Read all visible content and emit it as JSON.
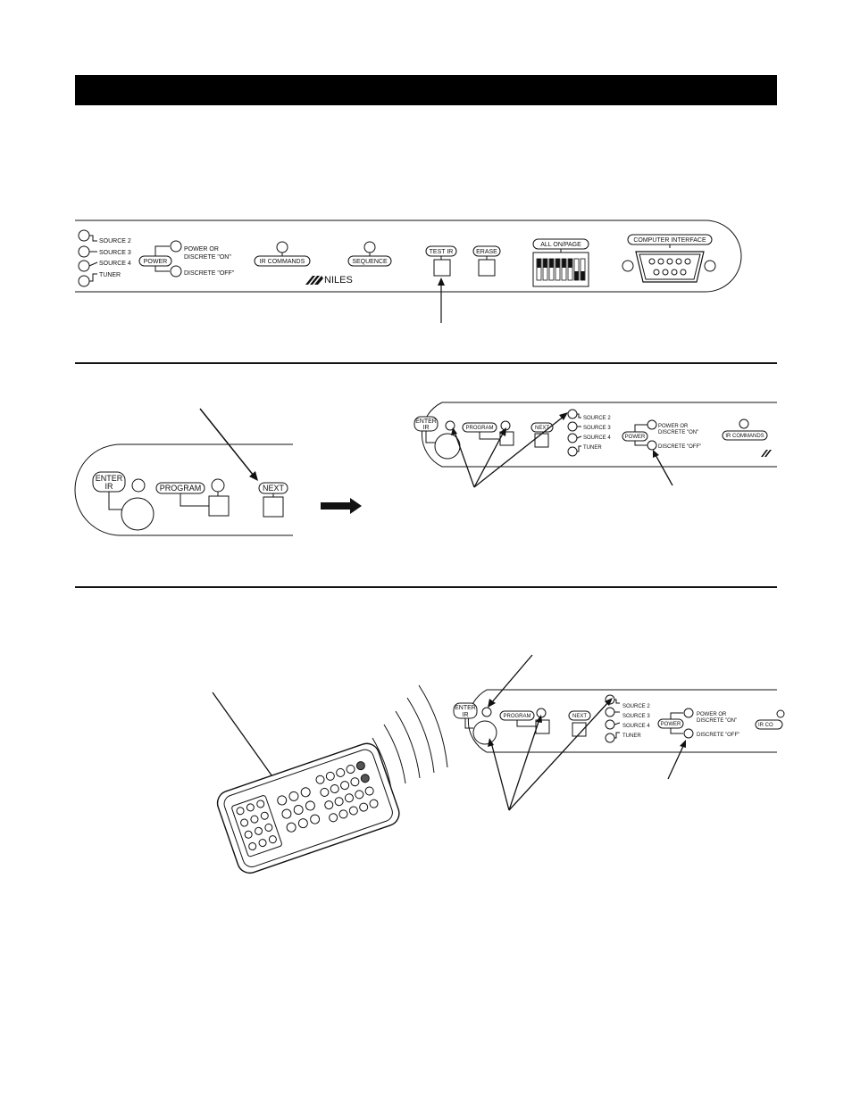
{
  "panel_top": {
    "sources": [
      "SOURCE 2",
      "SOURCE 3",
      "SOURCE 4",
      "TUNER"
    ],
    "power": {
      "label": "POWER",
      "on": [
        "POWER OR",
        "DISCRETE \"ON\""
      ],
      "off": "DISCRETE \"OFF\""
    },
    "ir_commands": "IR COMMANDS",
    "sequence": "SEQUENCE",
    "brand": "NILES",
    "test_ir": "TEST IR",
    "erase": "ERASE",
    "all_on_page": "ALL ON/PAGE",
    "computer_interface": "COMPUTER INTERFACE"
  },
  "panel_mid_left": {
    "enter_ir": [
      "ENTER",
      "IR"
    ],
    "program": "PROGRAM",
    "next": "NEXT"
  },
  "panel_mid_right": {
    "enter_ir": [
      "ENTER",
      "IR"
    ],
    "program": "PROGRAM",
    "next": "NEXT",
    "sources": [
      "SOURCE 2",
      "SOURCE 3",
      "SOURCE 4",
      "TUNER"
    ],
    "power": {
      "label": "POWER",
      "on": [
        "POWER OR",
        "DISCRETE \"ON\""
      ],
      "off": "DISCRETE \"OFF\""
    },
    "ir_commands": "IR COMMANDS"
  },
  "panel_bottom": {
    "enter_ir": [
      "ENTER",
      "IR"
    ],
    "program": "PROGRAM",
    "next": "NEXT",
    "sources": [
      "SOURCE 2",
      "SOURCE 3",
      "SOURCE 4",
      "TUNER"
    ],
    "power": {
      "label": "POWER",
      "on": [
        "POWER OR",
        "DISCRETE \"ON\""
      ],
      "off": "DISCRETE \"OFF\""
    },
    "ir_commands_partial": "IR CO"
  }
}
